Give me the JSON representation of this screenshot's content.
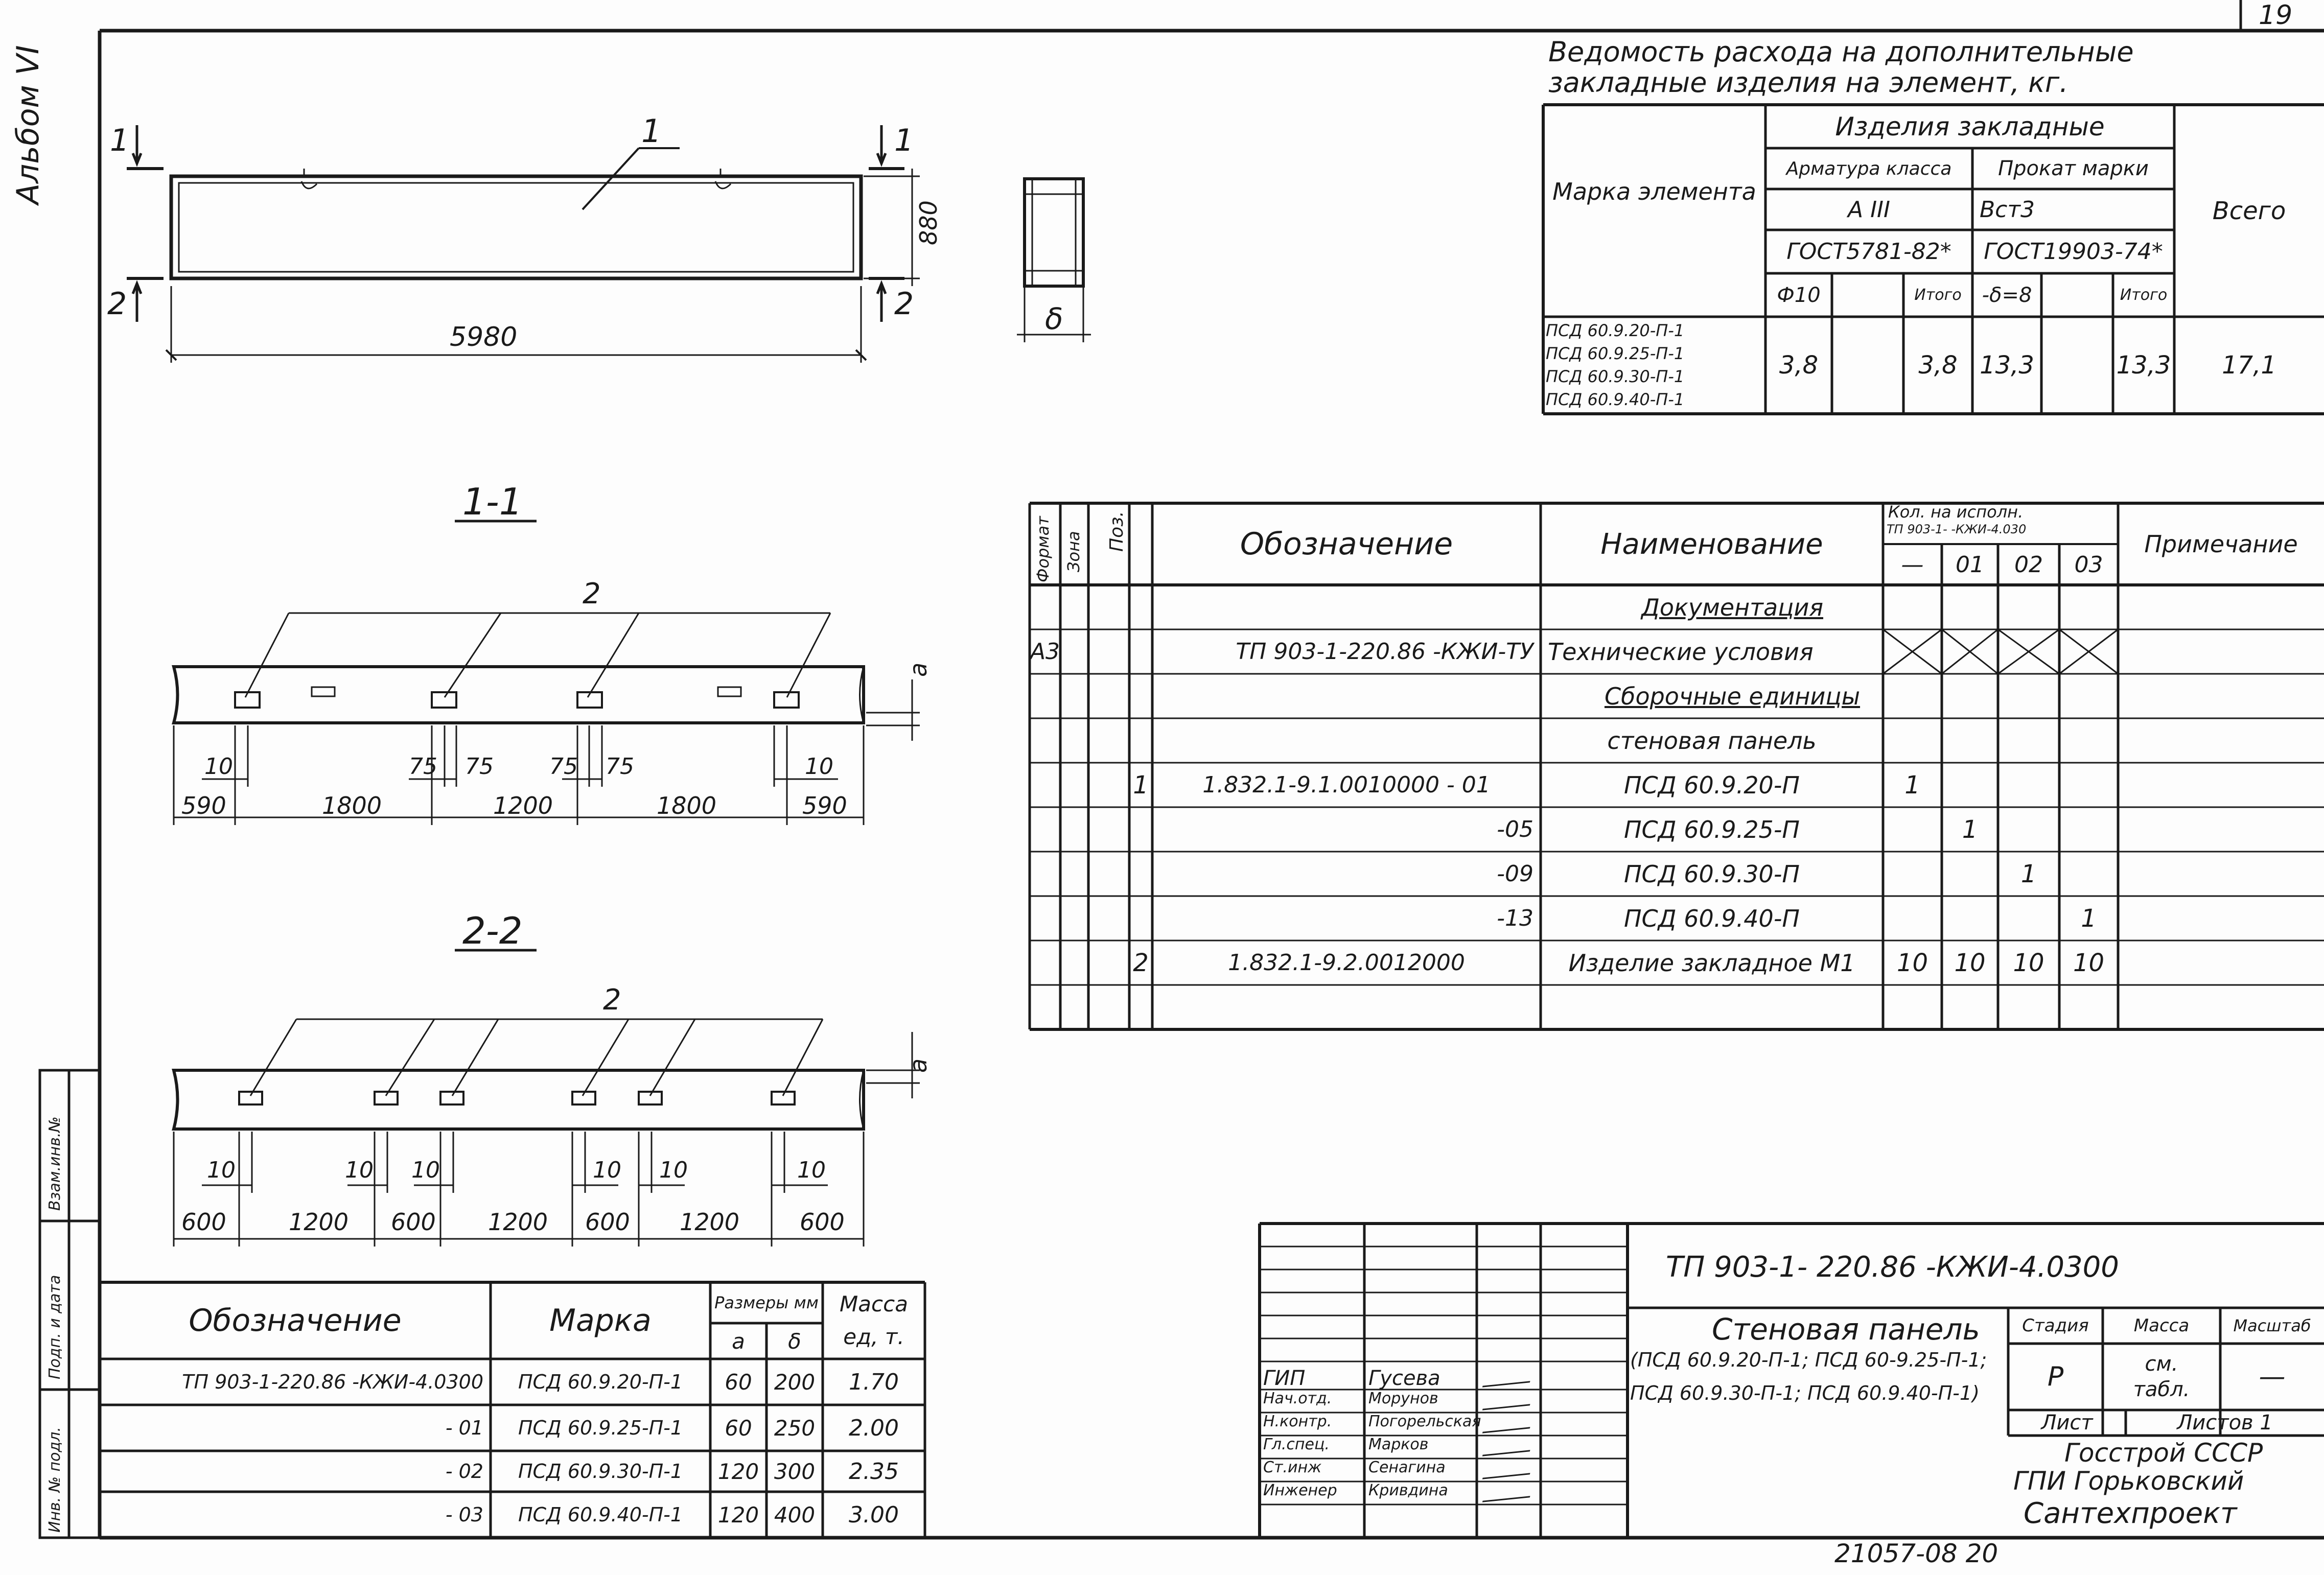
{
  "page_number": "19",
  "album_label": "Альбом VI",
  "side_stamp": {
    "vzam": "Взам.инв.№",
    "podp": "Подп. и дата",
    "inv": "Инв. № подл."
  },
  "panel_view": {
    "pos_label": "1",
    "section_1": "1",
    "section_2": "2",
    "length": "5980",
    "height": "880",
    "thickness": "δ"
  },
  "section_1_1": {
    "title": "1-1",
    "pos_label": "2",
    "thickness": "a",
    "dims_top": [
      "10",
      "75",
      "75",
      "75",
      "75",
      "10"
    ],
    "dims_bottom": [
      "590",
      "1800",
      "1200",
      "1800",
      "590"
    ]
  },
  "section_2_2": {
    "title": "2-2",
    "pos_label": "2",
    "thickness": "a",
    "dims_top": [
      "10",
      "10",
      "10",
      "10",
      "10",
      "10"
    ],
    "dims_bottom": [
      "600",
      "1200",
      "600",
      "1200",
      "600",
      "1200",
      "600"
    ]
  },
  "consumption_table": {
    "title_line1": "Ведомость расхода на дополнительные",
    "title_line2": "закладные изделия на элемент, кг.",
    "col_mark": "Марка элемента",
    "group_header": "Изделия закладные",
    "rebar_class": "Арматура класса",
    "rebar_grade": "A III",
    "rebar_gost": "ГОСТ5781-82*",
    "rolled_grade_header": "Прокат марки",
    "rolled_grade": "Вст3",
    "rolled_gost": "ГОСТ19903-74*",
    "total_header": "Всего",
    "sub_d10": "Ф10",
    "sub_total1": "Итого",
    "sub_delta": "-δ=8",
    "sub_total2": "Итого",
    "marks": [
      "ПСД 60.9.20-П-1",
      "ПСД 60.9.25-П-1",
      "ПСД 60.9.30-П-1",
      "ПСД 60.9.40-П-1"
    ],
    "values": [
      "3,8",
      "",
      "3,8",
      "13,3",
      "",
      "13,3",
      "17,1"
    ]
  },
  "spec_table": {
    "headers": {
      "format": "Формат",
      "zone": "Зона",
      "pos": "Поз.",
      "designation": "Обозначение",
      "name": "Наименование",
      "qty": "Кол. на исполн.",
      "qty_series": "ТП 903-1- -КЖИ-4.030",
      "qty_cols": [
        "—",
        "01",
        "02",
        "03"
      ],
      "note": "Примечание"
    },
    "rows": [
      {
        "format": "",
        "pos": "",
        "designation": "",
        "name": "Документация",
        "q": [
          "",
          "",
          "",
          ""
        ],
        "kind": "section"
      },
      {
        "format": "А3",
        "pos": "",
        "designation": "ТП 903-1-220.86 -КЖИ-ТУ",
        "name": "Технические условия",
        "q": [
          "",
          "",
          "",
          ""
        ],
        "kind": "crossed"
      },
      {
        "format": "",
        "pos": "",
        "designation": "",
        "name": "Сборочные единицы",
        "q": [
          "",
          "",
          "",
          ""
        ],
        "kind": "section"
      },
      {
        "format": "",
        "pos": "",
        "designation": "",
        "name": "стеновая панель",
        "q": [
          "",
          "",
          "",
          ""
        ],
        "kind": "plain"
      },
      {
        "format": "",
        "pos": "1",
        "designation": "1.832.1-9.1.0010000 - 01",
        "name": "ПСД 60.9.20-П",
        "q": [
          "1",
          "",
          "",
          ""
        ],
        "kind": "plain"
      },
      {
        "format": "",
        "pos": "",
        "designation": "-05",
        "name": "ПСД 60.9.25-П",
        "q": [
          "",
          "1",
          "",
          ""
        ],
        "kind": "plain"
      },
      {
        "format": "",
        "pos": "",
        "designation": "-09",
        "name": "ПСД 60.9.30-П",
        "q": [
          "",
          "",
          "1",
          ""
        ],
        "kind": "plain"
      },
      {
        "format": "",
        "pos": "",
        "designation": "-13",
        "name": "ПСД 60.9.40-П",
        "q": [
          "",
          "",
          "",
          "1"
        ],
        "kind": "plain"
      },
      {
        "format": "",
        "pos": "2",
        "designation": "1.832.1-9.2.0012000",
        "name": "Изделие закладное М1",
        "q": [
          "10",
          "10",
          "10",
          "10"
        ],
        "kind": "plain"
      },
      {
        "format": "",
        "pos": "",
        "designation": "",
        "name": "",
        "q": [
          "",
          "",
          "",
          ""
        ],
        "kind": "plain"
      }
    ]
  },
  "product_table": {
    "h_designation": "Обозначение",
    "h_mark": "Марка",
    "h_dims": "Размеры мм",
    "h_a": "a",
    "h_delta": "δ",
    "h_mass": "Масса ед, т.",
    "rows": [
      {
        "designation": "ТП 903-1-220.86 -КЖИ-4.0300",
        "mark": "ПСД 60.9.20-П-1",
        "a": "60",
        "d": "200",
        "mass": "1.70"
      },
      {
        "designation": "- 01",
        "mark": "ПСД 60.9.25-П-1",
        "a": "60",
        "d": "250",
        "mass": "2.00"
      },
      {
        "designation": "- 02",
        "mark": "ПСД 60.9.30-П-1",
        "a": "120",
        "d": "300",
        "mass": "2.35"
      },
      {
        "designation": "- 03",
        "mark": "ПСД 60.9.40-П-1",
        "a": "120",
        "d": "400",
        "mass": "3.00"
      }
    ]
  },
  "title_block": {
    "code": "ТП 903-1- 220.86 -КЖИ-4.0300",
    "title_line1": "Стеновая панель",
    "title_line2": "(ПСД 60.9.20-П-1; ПСД 60-9.25-П-1;",
    "title_line3": "ПСД 60.9.30-П-1; ПСД 60.9.40-П-1)",
    "stage_h": "Стадия",
    "mass_h": "Масса",
    "scale_h": "Масштаб",
    "stage": "Р",
    "mass": "см. табл.",
    "scale": "—",
    "sheet": "Лист",
    "sheets": "Листов 1",
    "org1": "Госстрой СССР",
    "org2": "ГПИ Горьковский",
    "org3": "Сантехпроект",
    "roles": [
      {
        "role": "ГИП",
        "name": "Гусева"
      },
      {
        "role": "Нач.отд.",
        "name": "Морунов"
      },
      {
        "role": "Н.контр.",
        "name": "Погорельская"
      },
      {
        "role": "Гл.спец.",
        "name": "Марков"
      },
      {
        "role": "Ст.инж",
        "name": "Сенагина"
      },
      {
        "role": "Инженер",
        "name": "Кривдина"
      }
    ]
  },
  "footer_number": "21057-08    20"
}
